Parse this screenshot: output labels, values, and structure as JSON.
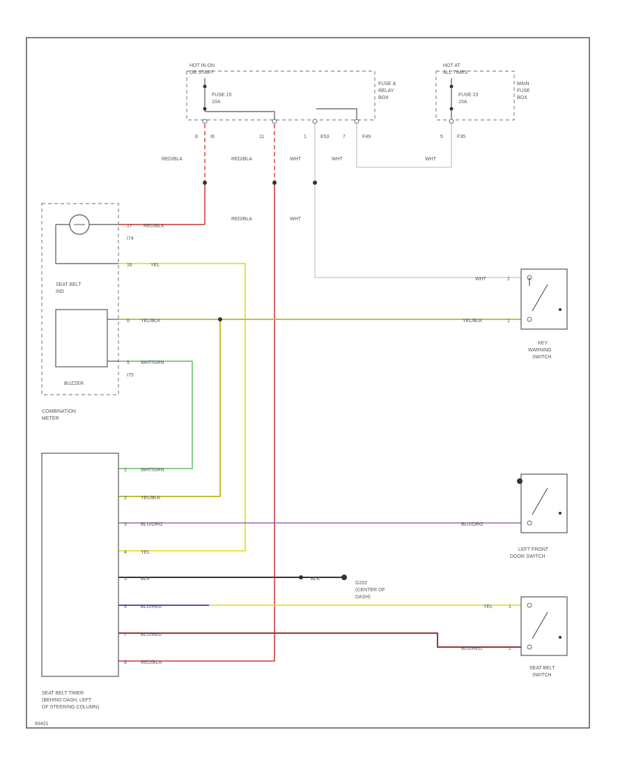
{
  "colors": {
    "red": "#cc3333",
    "yellow": "#e8e020",
    "yellow_black": "#b8b820",
    "white": "#cfcfcf",
    "green": "#66bb66",
    "purple": "#9966aa",
    "black": "#333333",
    "blue": "#3333cc",
    "dark_red": "#993333"
  },
  "fuse_box": {
    "hot_label_1": "HOT IN ON",
    "hot_label_2": "OR START",
    "fuse_name": "FUSE 15",
    "fuse_rating": "10A",
    "box_label_1": "FUSE &",
    "box_label_2": "RELAY",
    "box_label_3": "BOX",
    "pins": [
      "8",
      "I6",
      "11",
      "1",
      "E53",
      "7",
      "F49"
    ]
  },
  "main_fuse_box": {
    "hot_label_1": "HOT AT",
    "hot_label_2": "ALL TIMES",
    "fuse_name": "FUSE 23",
    "fuse_rating": "15A",
    "box_label_1": "MAIN",
    "box_label_2": "FUSE",
    "box_label_3": "BOX",
    "pins": [
      "5",
      "F35"
    ]
  },
  "wire_labels": {
    "red_bla_1": "RED/BLA",
    "red_bla_2": "RED/BLA",
    "red_bla_3": "RED/BLA",
    "wht_1": "WHT",
    "wht_2": "WHT",
    "wht_3": "WHT",
    "wht_4": "WHT",
    "wht_5": "WHT",
    "red_blk": "RED/BLK",
    "yel_1": "YEL",
    "yel_blk_1": "YEL/BLK",
    "yel_blk_2": "YEL/BLK",
    "yel_blk_3": "YEL/BLK",
    "wht_grn_1": "WHT/GRN",
    "wht_grn_2": "WHT/GRN",
    "blu_org_1": "BLU/ORG",
    "blu_org_2": "BLU/ORG",
    "yel_2": "YEL",
    "blk": "BLK",
    "blk_2": "BLK",
    "blu_red": "BLU/RED",
    "yel_3": "YEL",
    "blu_red_2": "BLU/RED",
    "blu_red_3": "BLU/RED",
    "red_bla_4": "RED/BLA"
  },
  "pin_numbers": {
    "meter_pin_a": "17",
    "meter_pin_b": "16",
    "meter_pin_c": "6",
    "meter_pin_d": "5",
    "meter_conn_1": "I74",
    "meter_conn_2": "I75",
    "timer_pin_1": "1",
    "timer_pin_2": "2",
    "timer_pin_3": "3",
    "timer_pin_4": "4",
    "timer_pin_5": "5",
    "timer_pin_6": "6",
    "timer_pin_7": "7",
    "timer_pin_8": "8",
    "key_pin_1": "2",
    "key_pin_2": "1",
    "belt_pin": "1",
    "belt_pin_2": "2"
  },
  "components": {
    "seat_belt_ind_1": "SEAT BELT",
    "seat_belt_ind_2": "IND",
    "buzzer": "BUZZER",
    "combination_meter_1": "COMBINATION",
    "combination_meter_2": "METER",
    "key_switch_1": "KEY",
    "key_switch_2": "WARNING",
    "key_switch_3": "SWITCH",
    "door_switch_1": "LEFT FRONT",
    "door_switch_2": "DOOR SWITCH",
    "belt_switch_1": "SEAT BELT",
    "belt_switch_2": "SWITCH",
    "timer_1": "SEAT BELT TIMER",
    "timer_2": "(BEHIND DASH, LEFT",
    "timer_3": "OF STEERING COLUMN)",
    "ground_1": "G202",
    "ground_2": "(CENTER OF",
    "ground_3": "DASH)"
  },
  "footer": {
    "code": "93421"
  }
}
